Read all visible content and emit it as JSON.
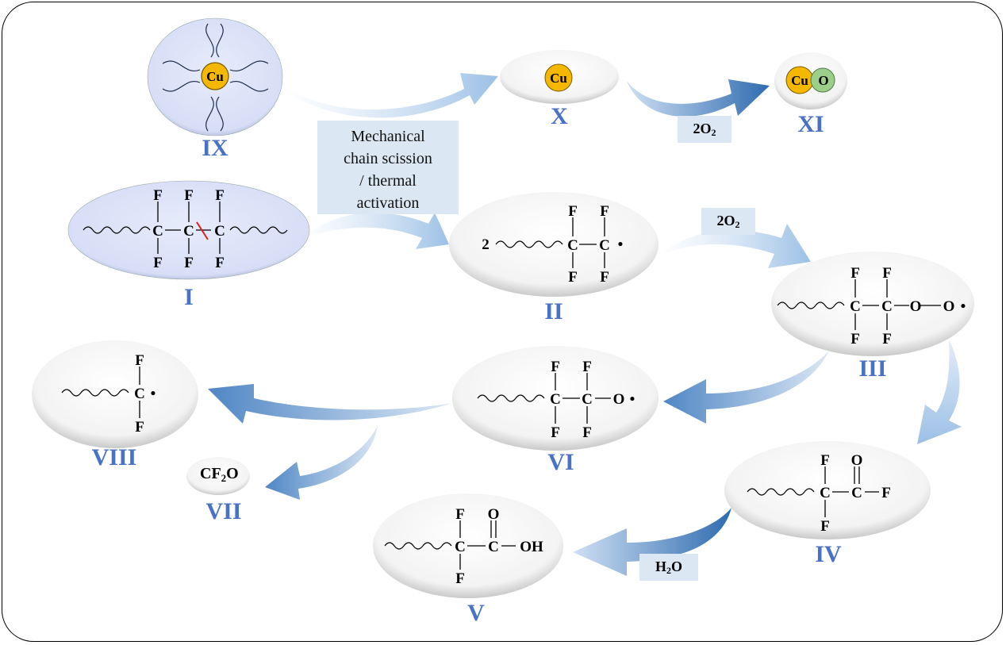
{
  "mechanism_box": {
    "lines": [
      "Mechanical",
      "chain scission",
      "/ thermal",
      "activation"
    ]
  },
  "reagents": {
    "o2_top": "2O",
    "o2_top_sub": "2",
    "o2_mid": "2O",
    "o2_mid_sub": "2",
    "h2o_main": "H",
    "h2o_sub": "2",
    "h2o_tail": "O"
  },
  "labels": {
    "I": "I",
    "II": "II",
    "III": "III",
    "IV": "IV",
    "V": "V",
    "VI": "VI",
    "VII": "VII",
    "VIII": "VIII",
    "IX": "IX",
    "X": "X",
    "XI": "XI"
  },
  "atoms": {
    "F": "F",
    "C": "C",
    "O": "O",
    "OH": "OH",
    "Cu": "Cu",
    "two": "2",
    "radical": "•"
  },
  "cf2o": {
    "main": "CF",
    "sub": "2",
    "tail": "O"
  },
  "colors": {
    "label": "#4a72c4",
    "arrow_light": "#b8d0ea",
    "arrow_dark": "#2f6bb0",
    "box": "#dbe7f3",
    "cu": "#f5b800",
    "oxygen": "#9ccf8a",
    "red_bond": "#e02020"
  }
}
